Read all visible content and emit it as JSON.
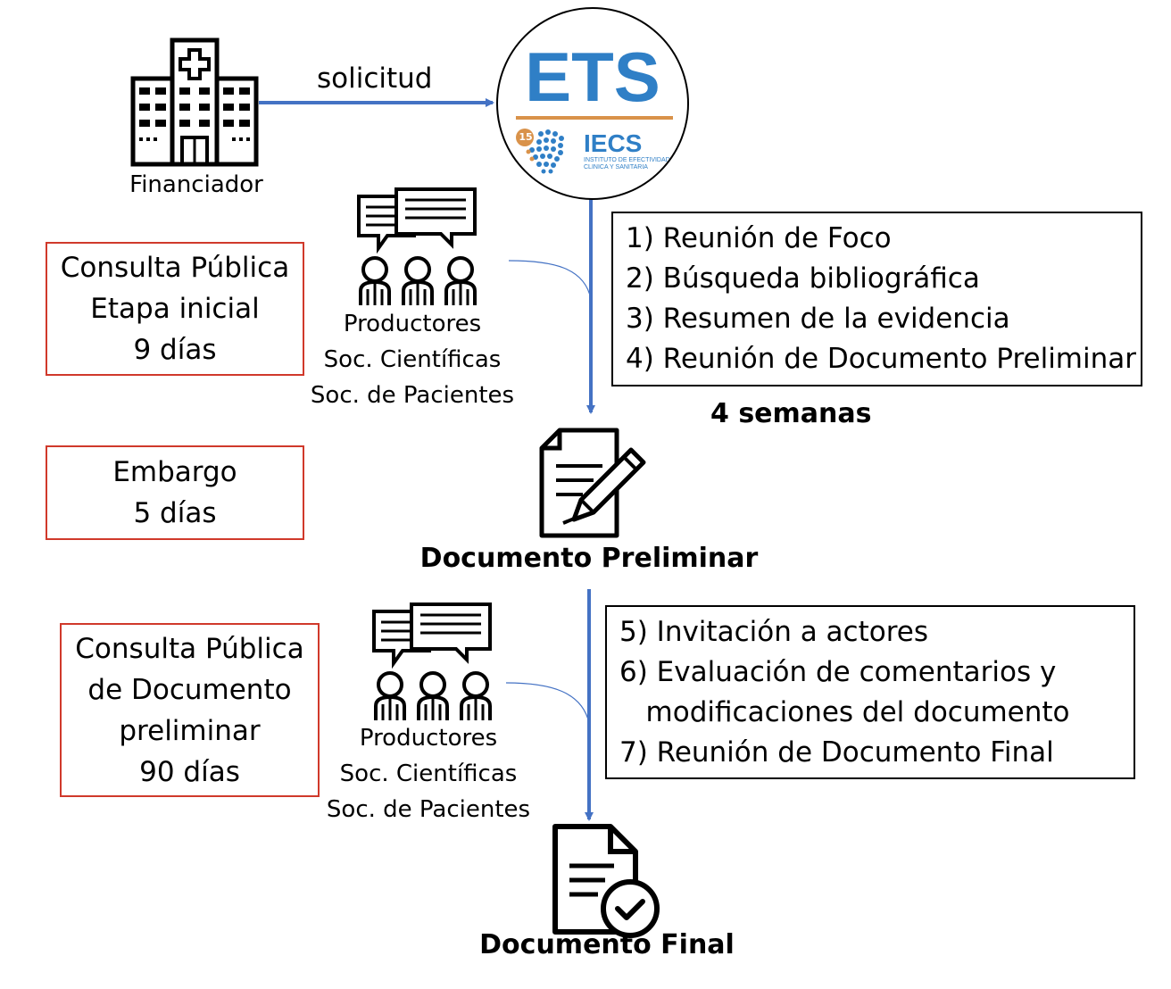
{
  "financiador": {
    "label": "Financiador"
  },
  "arrow_label": "solicitud",
  "logo": {
    "title": "ETS",
    "org": "IECS",
    "org_line1": "INSTITUTO DE EFECTIVIDAD",
    "org_line2": "CLINICA Y SANITARIA",
    "badge": "15",
    "colors": {
      "ets": "#2f7fc6",
      "line": "#d9924a",
      "badge": "#d9924a"
    }
  },
  "colors": {
    "arrow": "#4472c4",
    "red": "#d0392b"
  },
  "consulta_inicial": {
    "lines": [
      "Consulta Pública",
      "Etapa inicial",
      "9 días"
    ]
  },
  "embargo": {
    "lines": [
      "Embargo",
      "5 días"
    ]
  },
  "consulta_preliminar": {
    "lines": [
      "Consulta Pública",
      "de Documento",
      "preliminar",
      "90 días"
    ]
  },
  "actors_top": {
    "lines": [
      "Productores",
      "Soc. Científicas",
      "Soc. de Pacientes"
    ]
  },
  "actors_bottom": {
    "lines": [
      "Productores",
      "Soc. Científicas",
      "Soc. de Pacientes"
    ]
  },
  "steps_top": {
    "items": [
      "1) Reunión de Foco",
      "2) Búsqueda bibliográfica",
      "3) Resumen de la evidencia",
      "4) Reunión de Documento Preliminar"
    ]
  },
  "duration_label": "4 semanas",
  "doc_preliminar_label": "Documento Preliminar",
  "steps_bottom": {
    "items": [
      "5) Invitación a actores",
      "6) Evaluación de comentarios y",
      "   modificaciones del documento",
      "7) Reunión de Documento Final"
    ]
  },
  "doc_final_label": "Documento Final"
}
